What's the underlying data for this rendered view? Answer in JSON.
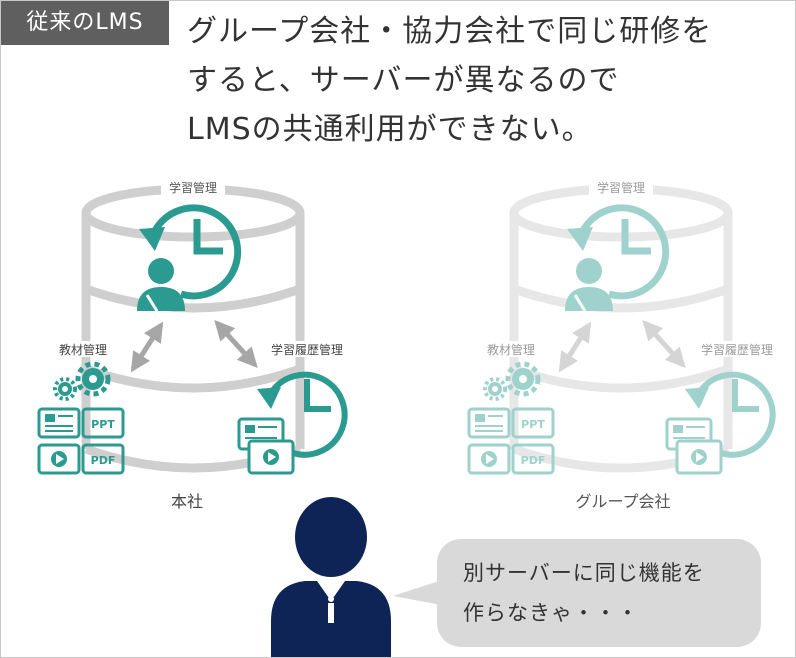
{
  "tag": "従来のLMS",
  "headline": {
    "line1": "グループ会社・協力会社で同じ研修を",
    "line2": "すると、サーバーが異なるので",
    "line3": "LMSの共通利用ができない。"
  },
  "left_system": {
    "top_label": "学習管理",
    "left_label": "教材管理",
    "right_label": "学習履歴管理",
    "name": "本社",
    "doc1": "PPT",
    "doc2": "PDF"
  },
  "right_system": {
    "top_label": "学習管理",
    "left_label": "教材管理",
    "right_label": "学習履歴管理",
    "name": "グループ会社",
    "doc1": "PPT",
    "doc2": "PDF"
  },
  "speech": {
    "line1": "別サーバーに同じ機能を",
    "line2": "作らなきゃ・・・"
  },
  "colors": {
    "teal": "#2b9a90",
    "teal_light": "#9fd2cd",
    "cylinder": "#cfcfcf",
    "cylinder_light": "#e7e7e7",
    "navy": "#0f2456",
    "tag_bg": "#5f5f5f",
    "bubble_bg": "#d9d9d9"
  }
}
